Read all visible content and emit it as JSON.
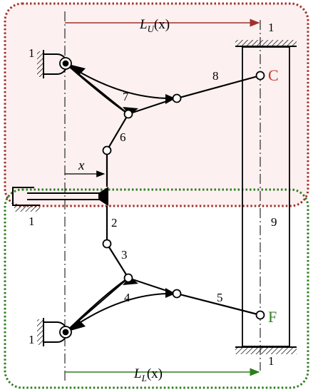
{
  "labels": {
    "upper_dim": {
      "main": "L",
      "sub": "U",
      "arg": "(x)"
    },
    "lower_dim": {
      "main": "L",
      "sub": "L",
      "arg": "(x)"
    },
    "x_dim": "x",
    "point_C": "C",
    "point_F": "F",
    "link_1_top_right": "1",
    "link_1_top_left": "1",
    "link_1_mid_left": "1",
    "link_1_bottom_left": "1",
    "link_1_bottom_right": "1",
    "link_2": "2",
    "link_3": "3",
    "link_4": "4",
    "link_5": "5",
    "link_6": "6",
    "link_7": "7",
    "link_8": "8",
    "link_9": "9"
  },
  "colors": {
    "upper_box": "#a0302a",
    "upper_box_fill": "#fbeaea",
    "lower_box": "#2e7d1f",
    "upper_arrow": "#a0302a",
    "lower_arrow": "#2e7d1f",
    "point_C": "#c0392b",
    "point_F": "#2e7d1f",
    "mechanism": "#000000"
  }
}
